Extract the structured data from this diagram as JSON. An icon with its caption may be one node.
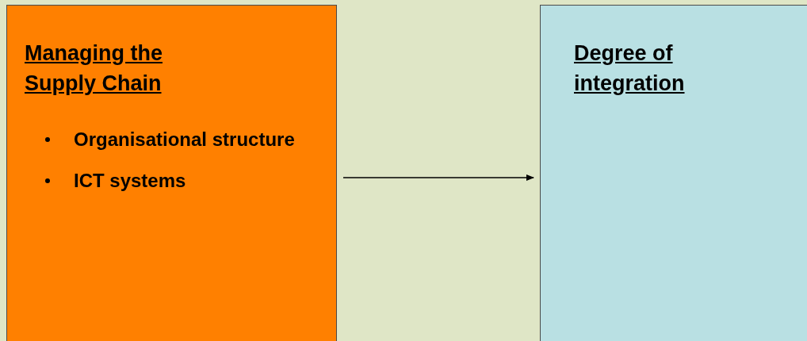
{
  "diagram": {
    "nodes": [
      {
        "text": [
          "Managing the Supply Chain",
          "Organisational structure",
          "ICT systems"
        ]
      },
      {
        "text": [
          "Degree of integration"
        ]
      }
    ],
    "edges": [
      {
        "from": 0,
        "to": 1,
        "arrow": "to"
      }
    ]
  }
}
